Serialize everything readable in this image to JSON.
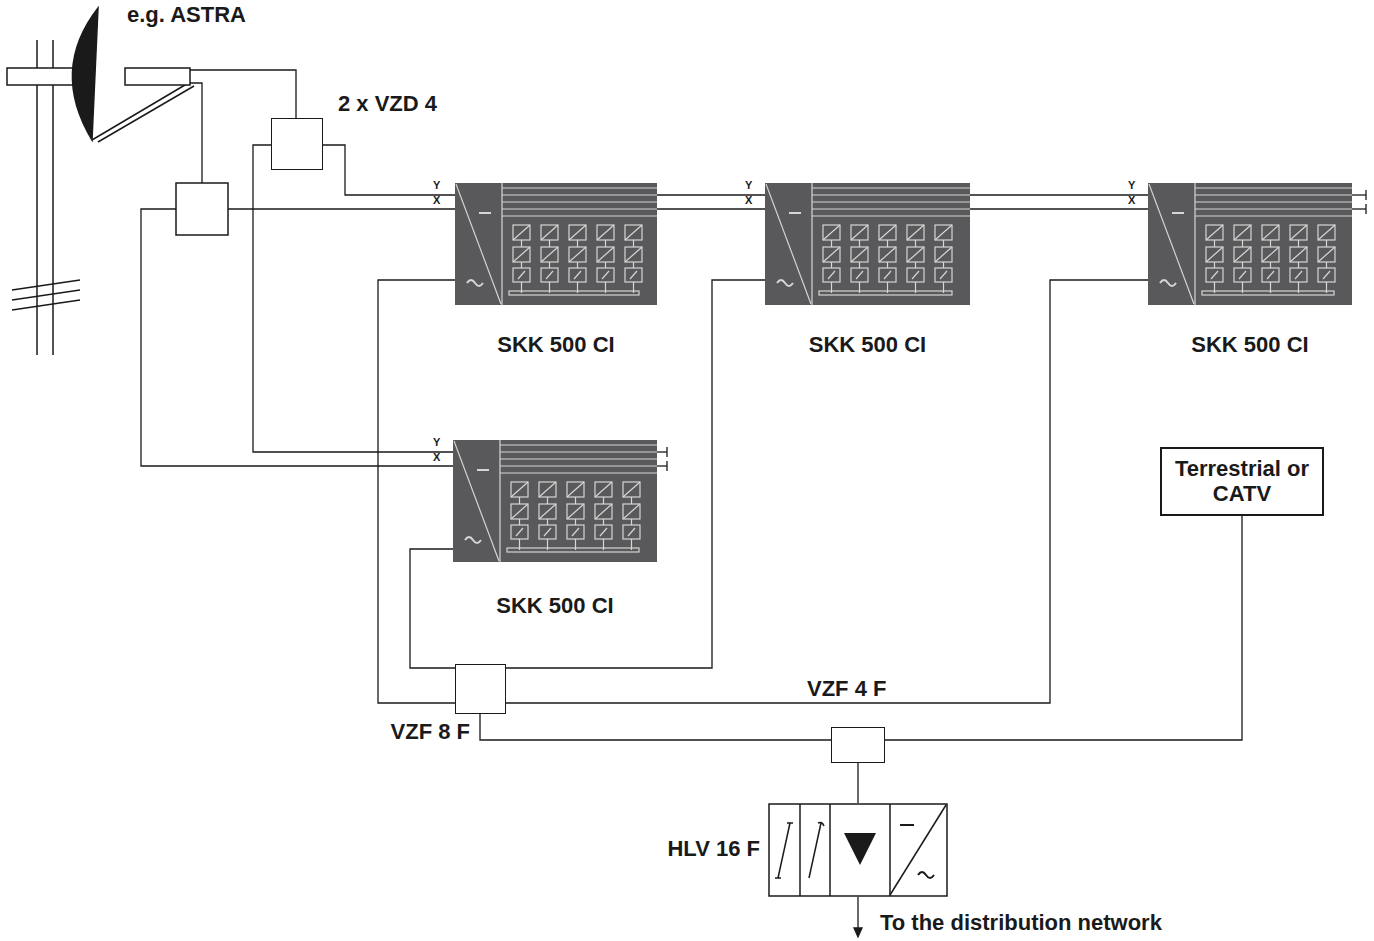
{
  "diagram": {
    "nodes": [
      {
        "text": [
          "2 x VZD 4"
        ]
      },
      {
        "text": [
          "SKK 500 CI"
        ]
      },
      {
        "text": [
          "SKK 500 CI"
        ]
      },
      {
        "text": [
          "SKK 500 CI"
        ]
      },
      {
        "text": [
          "SKK 500 CI"
        ]
      },
      {
        "text": [
          "Terrestrial or CATV"
        ]
      },
      {
        "text": [
          "VZF 8 F"
        ]
      },
      {
        "text": [
          "VZF 4 F"
        ]
      },
      {
        "text": [
          "HLV 16 F"
        ]
      }
    ],
    "edges": [
      {
        "from": 0,
        "to": 1,
        "arrow": "none"
      },
      {
        "from": 0,
        "to": 4,
        "arrow": "none"
      },
      {
        "from": 1,
        "to": 2,
        "arrow": "none"
      },
      {
        "from": 1,
        "to": 2,
        "arrow": "none"
      },
      {
        "from": 2,
        "to": 3,
        "arrow": "none"
      },
      {
        "from": 2,
        "to": 3,
        "arrow": "none"
      },
      {
        "from": 1,
        "to": 6,
        "arrow": "none"
      },
      {
        "from": 2,
        "to": 6,
        "arrow": "none"
      },
      {
        "from": 4,
        "to": 6,
        "arrow": "none"
      },
      {
        "from": 3,
        "to": 6,
        "arrow": "none"
      },
      {
        "from": 6,
        "to": 7,
        "arrow": "none"
      },
      {
        "from": 5,
        "to": 7,
        "arrow": "none"
      },
      {
        "from": 7,
        "to": 8,
        "arrow": "none"
      }
    ],
    "labels": [
      "e.g. ASTRA",
      "Y",
      "X",
      "Y",
      "X",
      "Y",
      "X",
      "Y",
      "X",
      "To the distribution network"
    ]
  }
}
